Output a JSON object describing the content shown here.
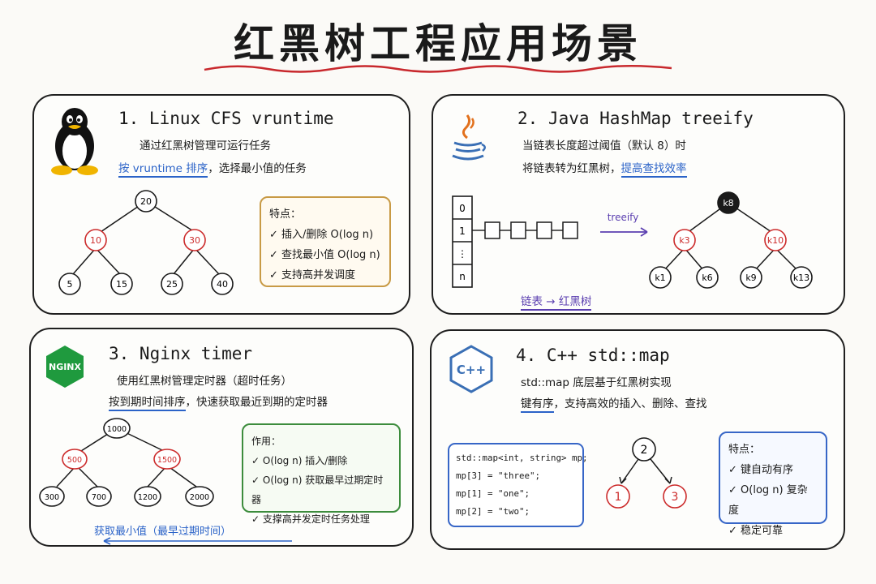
{
  "title": "红黑树工程应用场景",
  "panels": {
    "linux": {
      "heading": "1. Linux CFS vruntime",
      "desc1": "通过红黑树管理可运行任务",
      "desc2_hl": "按 vruntime 排序",
      "desc2_rest": "，选择最小值的任务",
      "tree": [
        "20",
        "10",
        "30",
        "5",
        "15",
        "25",
        "40"
      ],
      "features_title": "特点：",
      "features": [
        "✓ 插入/删除 O(log n)",
        "✓ 查找最小值 O(log n)",
        "✓ 支持高并发调度"
      ]
    },
    "java": {
      "heading": "2. Java HashMap treeify",
      "desc1": "当链表长度超过阈值（默认 8）时",
      "desc2": "将链表转为红黑树，",
      "desc2_hl": "提高查找效率",
      "buckets": [
        "0",
        "1",
        "⋮",
        "n"
      ],
      "arrow_label": "treeify",
      "tree": [
        "k8",
        "k3",
        "k10",
        "k1",
        "k6",
        "k9",
        "k13"
      ],
      "footer": "链表 → 红黑树"
    },
    "nginx": {
      "logo": "NGINX",
      "heading": "3. Nginx timer",
      "desc1": "使用红黑树管理定时器（超时任务）",
      "desc2_hl": "按到期时间排序",
      "desc2_rest": "，快速获取最近到期的定时器",
      "tree": [
        "1000",
        "500",
        "1500",
        "300",
        "700",
        "1200",
        "2000"
      ],
      "features_title": "作用：",
      "features": [
        "✓ O(log n) 插入/删除",
        "✓ O(log n) 获取最早过期定时器",
        "✓ 支撑高并发定时任务处理"
      ],
      "footer": "获取最小值（最早过期时间）"
    },
    "cpp": {
      "logo": "C++",
      "heading": "4. C++ std::map",
      "desc1": "std::map 底层基于红黑树实现",
      "desc2_hl": "键有序",
      "desc2_rest": "，支持高效的插入、删除、查找",
      "code": [
        "std::map<int, string> mp;",
        "mp[3] = \"three\";",
        "mp[1] = \"one\";",
        "mp[2] = \"two\";"
      ],
      "tree": [
        "2",
        "1",
        "3"
      ],
      "features_title": "特点：",
      "features": [
        "✓ 键自动有序",
        "✓ O(log n) 复杂度",
        "✓ 稳定可靠"
      ]
    }
  },
  "colors": {
    "red_node": "#cc2b2b",
    "accent_blue": "#2b63c8",
    "treeify_purple": "#5b3fb0",
    "nginx_green": "#1f9a3e"
  },
  "icons": [
    "tux-penguin-icon",
    "java-cup-icon",
    "nginx-logo-icon",
    "cpp-logo-icon"
  ]
}
